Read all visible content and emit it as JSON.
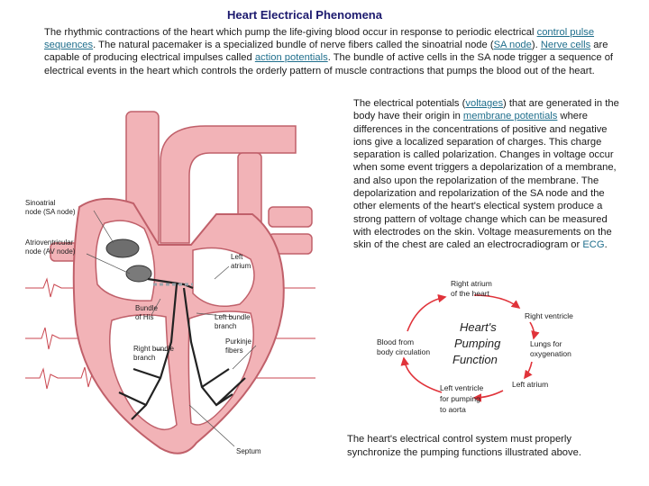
{
  "title": "Heart Electrical Phenomena",
  "para1": {
    "t1": "The rhythmic contractions of the heart which pump the life-giving blood occur in response to periodic electrical ",
    "link_control_pulse": "control pulse sequences",
    "t2": ". The natural pacemaker is a specialized bundle of nerve fibers called the sinoatrial node (",
    "link_sa_node": "SA node",
    "t3": "). ",
    "link_nerve_cells": "Nerve cells",
    "t4": " are capable of producing electrical impulses called ",
    "link_action_potentials": "action potentials",
    "t5": ". The bundle of active cells in the SA node trigger a sequence of electrical events in the heart which controls the orderly pattern of muscle contractions that pumps the blood out of the heart."
  },
  "para2": {
    "t1": "The electrical potentials (",
    "link_voltages": "voltages",
    "t2": ") that are generated in the body have their origin in ",
    "link_membrane_potentials": "membrane potentials",
    "t3": " where differences in the concentrations of positive and negative ions give a localized separation of charges. This charge separation is called polarization. Changes in voltage occur when some event triggers a depolarization of a membrane, and also upon the repolarization of the membrane. The depolarization and repolarization of the SA node and the other elements of the heart's electical system produce a strong pattern of voltage change which can be measured with electrodes on the skin. Voltage measurements on the skin of the chest are caled an electrocradiogram or ",
    "link_ecg": "ECG",
    "t4": "."
  },
  "para3": "The heart's electrical control system must properly synchronize the pumping functions illustrated above.",
  "heart_labels": {
    "sa_node_1": "Sinoatrial",
    "sa_node_2": "node (SA node)",
    "av_node_1": "Atrioventricular",
    "av_node_2": "node (AV node)",
    "left_atrium_1": "Left",
    "left_atrium_2": "atrium",
    "bundle_his_1": "Bundle",
    "bundle_his_2": "of His",
    "left_bundle_1": "Left bundle",
    "left_bundle_2": "branch",
    "right_bundle_1": "Right bundle",
    "right_bundle_2": "branch",
    "purkinje_1": "Purkinje",
    "purkinje_2": "fibers",
    "septum": "Septum"
  },
  "cycle": {
    "right_atrium_1": "Right atrium",
    "right_atrium_2": "of the heart",
    "right_ventricle": "Right ventricle",
    "lungs_1": "Lungs for",
    "lungs_2": "oxygenation",
    "left_atrium": "Left atrium",
    "left_ventricle_1": "Left ventricle",
    "left_ventricle_2": "for pumping",
    "left_ventricle_3": "to aorta",
    "blood_from_1": "Blood from",
    "blood_from_2": "body circulation",
    "center_1": "Heart's",
    "center_2": "Pumping",
    "center_3": "Function"
  },
  "colors": {
    "title": "#1c1a6e",
    "link": "#1f6e8c",
    "heart_fill": "#f2b3b7",
    "heart_dark": "#c0606a",
    "cycle_arrow": "#e0333a",
    "ecg_trace": "#c9464f"
  }
}
